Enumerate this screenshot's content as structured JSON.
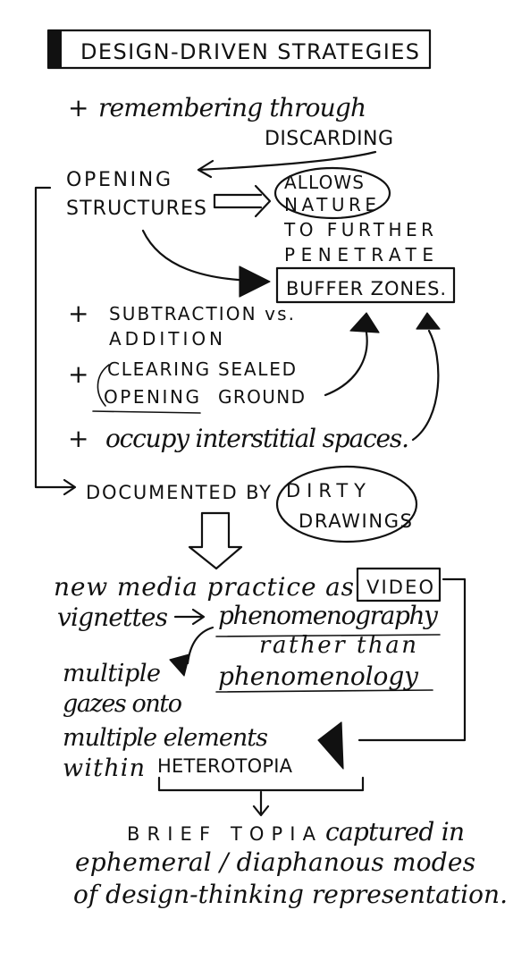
{
  "title": "DESIGN-DRIVEN STRATEGIES",
  "items": {
    "remembering_1": "remembering through",
    "remembering_2": "DISCARDING",
    "opening_1": "OPENING",
    "opening_2": "STRUCTURES",
    "allows_1": "ALLOWS",
    "allows_2": "NATURE",
    "allows_3": "TO FURTHER",
    "allows_4": "PENETRATE",
    "buffer": "BUFFER ZONES.",
    "subtraction_1": "SUBTRACTION vs.",
    "subtraction_2": "ADDITION",
    "clearing_1": "CLEARING SEALED",
    "clearing_2a": "OPENING",
    "clearing_2b": "GROUND",
    "occupy": "occupy interstitial spaces.",
    "documented": "DOCUMENTED BY",
    "dirty_1": "DIRTY",
    "dirty_2": "DRAWINGS",
    "newmedia": "new media practice as",
    "video": "VIDEO",
    "vignettes": "vignettes",
    "phenomenography": "phenomenography",
    "rather": "rather than",
    "phenomenology": "phenomenology",
    "multiple_1": "multiple",
    "multiple_2": "gazes onto",
    "multiple_3": "multiple elements",
    "multiple_4a": "within",
    "multiple_4b": "HETEROTOPIA",
    "brief": "BRIEF TOPIA",
    "captured": "captured in",
    "ephemeral": "ephemeral / diaphanous modes",
    "design": "of design-thinking representation."
  },
  "bullet": "+"
}
